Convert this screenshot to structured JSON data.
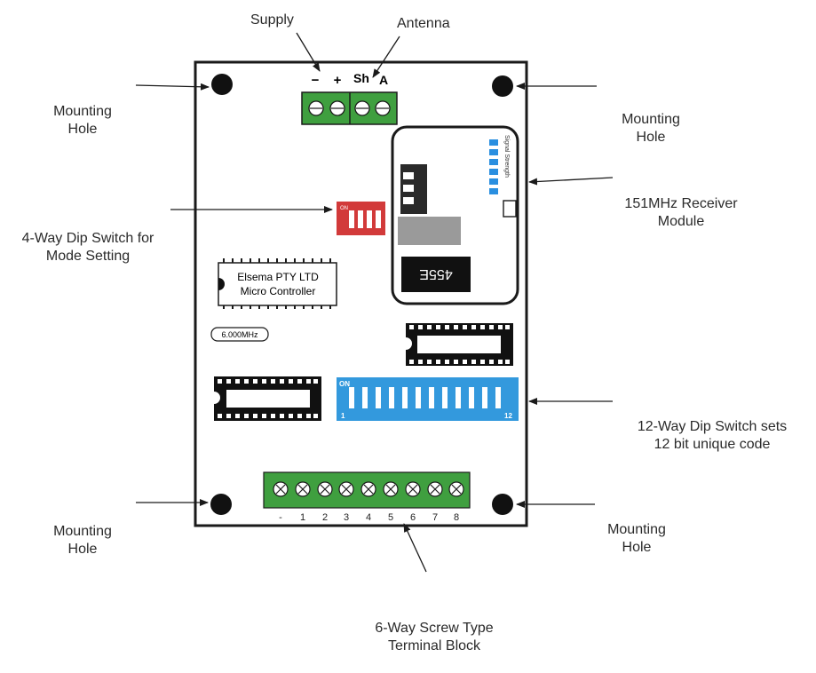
{
  "labels": {
    "supply": "Supply",
    "antenna": "Antenna",
    "mounting_hole": [
      "Mounting",
      "Hole"
    ],
    "dip4": [
      "4-Way Dip Switch for",
      "Mode Setting"
    ],
    "receiver": [
      "151MHz Receiver",
      "Module"
    ],
    "dip12": [
      "12-Way Dip Switch sets",
      "12 bit unique code"
    ],
    "terminal_block": [
      "6-Way Screw Type",
      "Terminal Block"
    ]
  },
  "board": {
    "supply_terminals": [
      "−",
      "+",
      "Sh",
      "A"
    ],
    "ic_label": [
      "Elsema PTY LTD",
      "Micro Controller"
    ],
    "crystal": "6.000MHz",
    "receiver_chip": "455E",
    "signal_strength": "Signal Strength",
    "dip_on": "ON",
    "dip12_start": "1",
    "dip12_end": "12",
    "terminal_numbers": [
      "-",
      "1",
      "2",
      "3",
      "4",
      "5",
      "6",
      "7",
      "8"
    ]
  },
  "colors": {
    "terminal_green": "#3f9f3f",
    "dip4_red": "#d23a3a",
    "dip12_blue": "#3399dd",
    "signal_blue": "#2a8fe0",
    "board_outline": "#1a1a1a"
  }
}
